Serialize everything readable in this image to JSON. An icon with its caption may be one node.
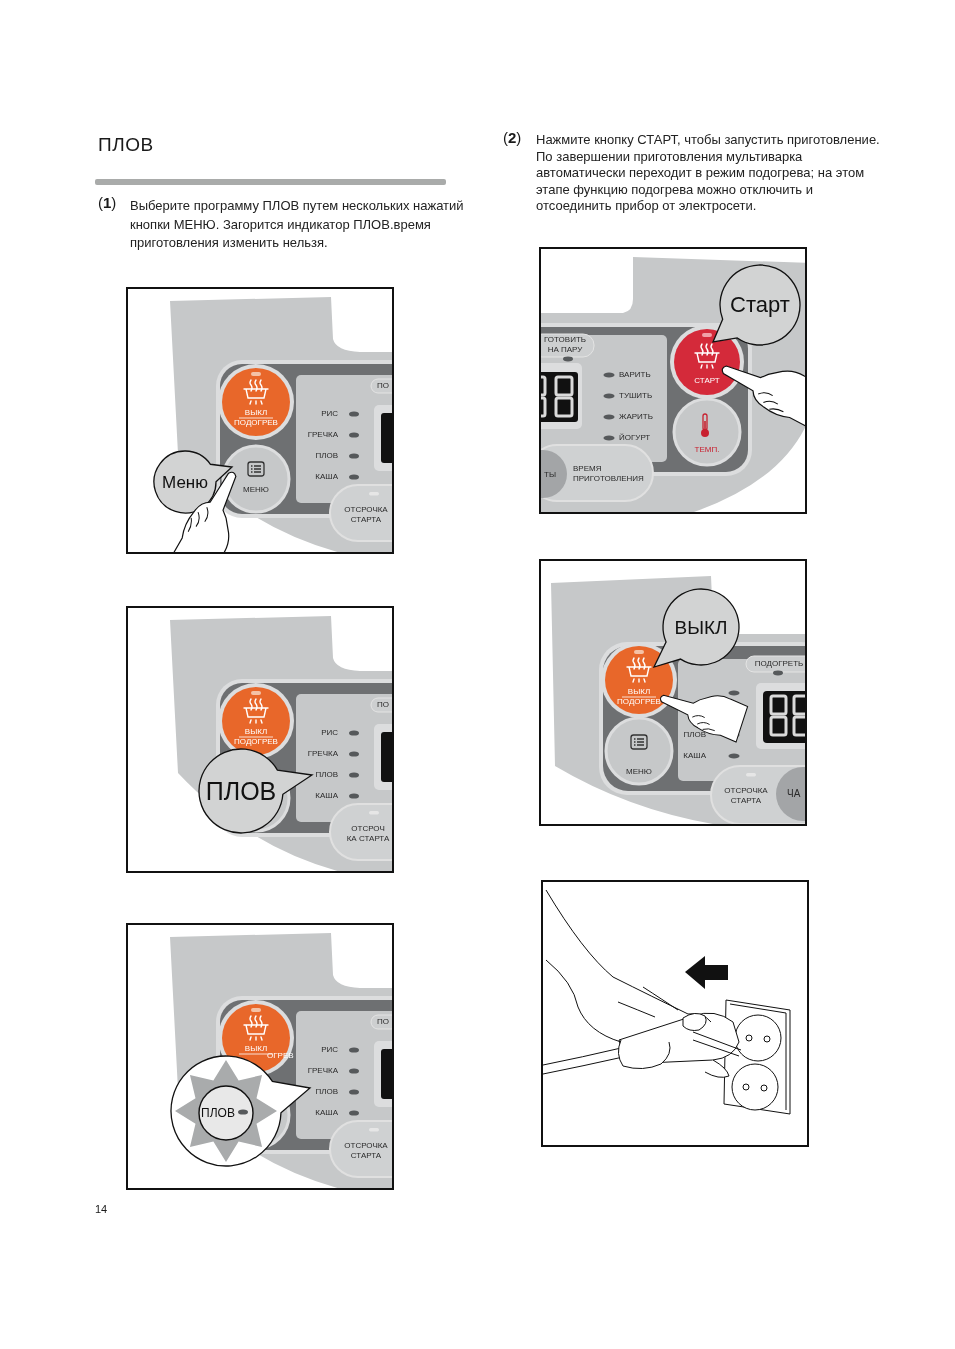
{
  "diagram": {
    "title": "ПЛОВ",
    "nodes": [
      {
        "text": [
          "Меню"
        ]
      },
      {
        "text": [
          "ПЛОВ"
        ]
      },
      {
        "text": [
          "ПЛОВ"
        ]
      },
      {
        "text": [
          "Старт"
        ]
      },
      {
        "text": [
          "ВЫКЛ"
        ]
      }
    ],
    "labels": [
      "(**1**)",
      "Выберите программу ПЛОВ путем нескольких нажатий кнопки МЕНЮ. Загорится индикатор ПЛОВ.время приготовления изменить нельзя.",
      "ПО",
      "ВЫКЛ",
      "ПОДОГРЕВ",
      "РИС",
      "ГРЕЧКА",
      "ПЛОВ",
      "КАША",
      "МЕНЮ",
      "ОТСРОЧКА СТАРТА",
      "ПО",
      "ВЫКЛ",
      "ПОДОГРЕВ",
      "РИС",
      "ГРЕЧКА",
      "ПЛОВ",
      "КАША",
      "ОТСРОЧ КА СТАРТА",
      "ПО",
      "ВЫКЛ",
      "ОГРЕВ",
      "РИС",
      "ГРЕЧКА",
      "ПЛОВ",
      "КАША",
      "ОТСРОЧКА СТАРТА",
      "(**2**)",
      "Нажмите кнопку СТАРТ, чтобы запустить приготовление. По завершении приготовления мультиварка автоматически переходит в режим подогрева; на этом этапе функцию подогрева можно отключить и отсоединить прибор от электросети.",
      "ГОТОВИТЬ НА ПАРУ",
      "ВАРИТЬ",
      "ТУШИТЬ",
      "ЖАРИТЬ",
      "ЙОГУРТ",
      "СТАРТ",
      "ТЕМП.",
      "ТЫ",
      "ВРЕМЯ ПРИГОТОВЛЕНИЯ",
      "ПОДОГРЕТЬ",
      "ВЫКЛ",
      "ПОДОГРЕВ",
      "ПЛОВ",
      "КАША",
      "МЕНЮ",
      "ОТСРОЧКА СТАРТА",
      "ЧА",
      "14"
    ]
  }
}
